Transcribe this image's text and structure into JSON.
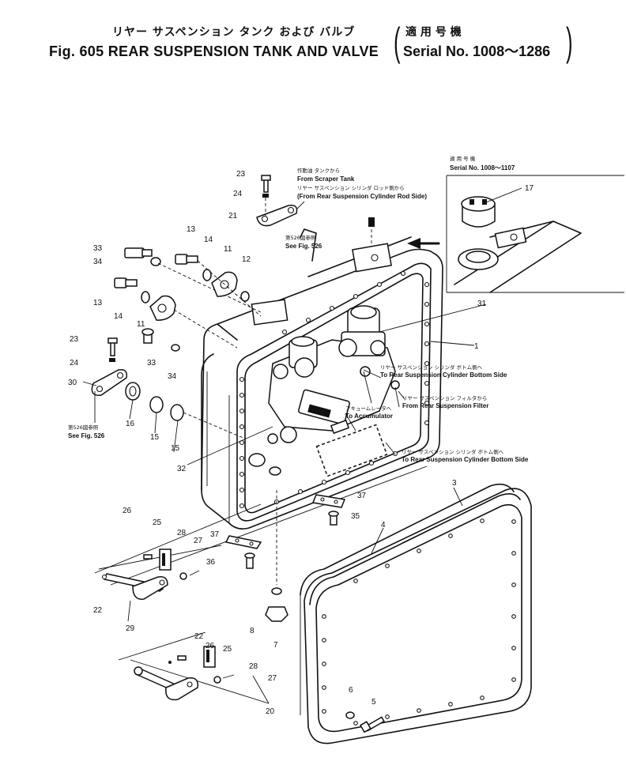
{
  "header": {
    "title_jp": "リヤー サスペンション タンク および バルブ",
    "title_en": "Fig. 605 REAR SUSPENSION TANK AND VALVE",
    "serial_jp": "適 用 号 機",
    "serial_en": "Serial No. 1008～1286"
  },
  "inset": {
    "serial_jp": "適 用 号 機",
    "serial_en": "Serial No. 1008～1107",
    "part": "17"
  },
  "notes": {
    "scraper_jp": "作動油 タンクから",
    "scraper_en": "From Scraper Tank",
    "rod_jp": "リヤー サスペンション シリンダ ロッド側から",
    "rod_en": "(From Rear Suspension Cylinder Rod Side)",
    "see526_jp_top": "第526図参照",
    "see526_en_top": "See Fig. 526",
    "see526_jp_left": "第526図参照",
    "see526_en_left": "See Fig. 526",
    "bottom1_jp": "リヤー サスペンション シリンダ ボトム側へ",
    "bottom1_en": "To Rear Suspension Cylinder Bottom Side",
    "filter_jp": "リヤー サスペンション フィルタから",
    "filter_en": "From Rear Suspension Filter",
    "acc_jp": "アキュームレータへ",
    "acc_en": "To Accumulator",
    "bottom2_jp": "リヤー サスペンション シリンダ ボトム側へ",
    "bottom2_en": "To Rear Suspension Cylinder Bottom Side"
  },
  "parts": {
    "p1": "1",
    "p3": "3",
    "p4": "4",
    "p5": "5",
    "p6": "6",
    "p7": "7",
    "p8": "8",
    "p11a": "11",
    "p11b": "11",
    "p12": "12",
    "p13a": "13",
    "p13b": "13",
    "p14a": "14",
    "p14b": "14",
    "p15a": "15",
    "p15b": "15",
    "p16": "16",
    "p20": "20",
    "p21": "21",
    "p22a": "22",
    "p22b": "22",
    "p23a": "23",
    "p23b": "23",
    "p24a": "24",
    "p24b": "24",
    "p25a": "25",
    "p25b": "25",
    "p26a": "26",
    "p26b": "26",
    "p27a": "27",
    "p27b": "27",
    "p28a": "28",
    "p28b": "28",
    "p29": "29",
    "p30": "30",
    "p31": "31",
    "p32": "32",
    "p33a": "33",
    "p33b": "33",
    "p34a": "34",
    "p34b": "34",
    "p35": "35",
    "p36": "36",
    "p37a": "37",
    "p37b": "37"
  }
}
